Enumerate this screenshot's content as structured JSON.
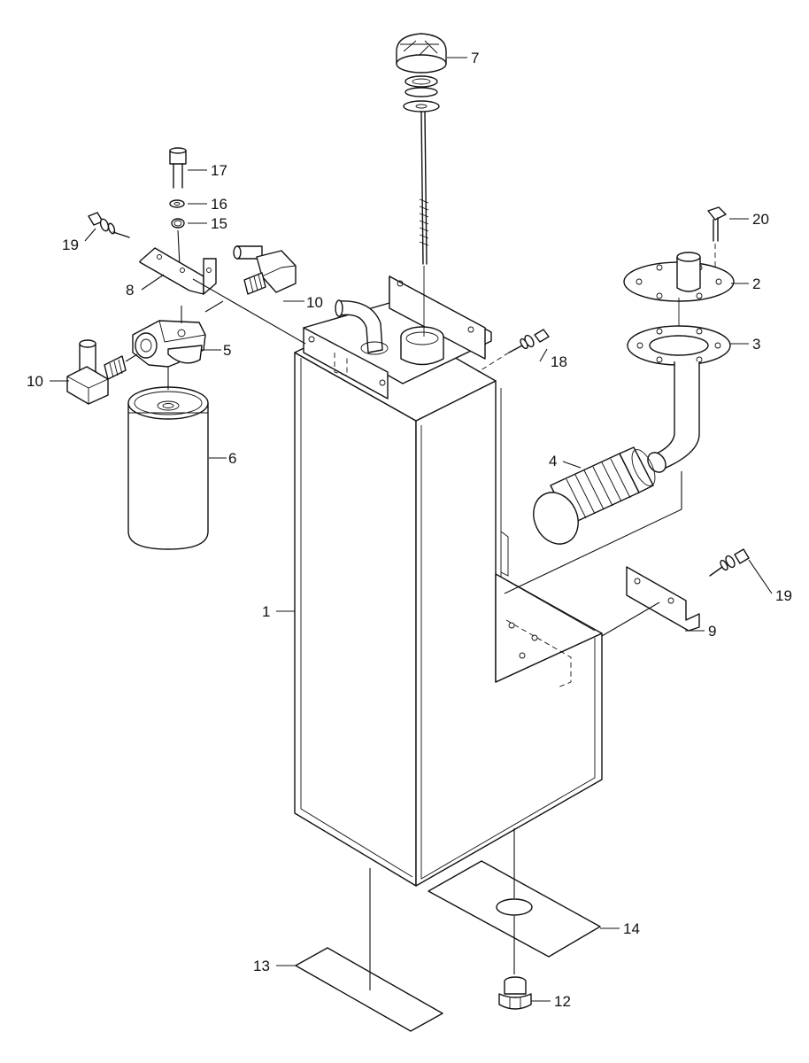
{
  "labels": {
    "p1": "1",
    "p2": "2",
    "p3": "3",
    "p4": "4",
    "p5": "5",
    "p6": "6",
    "p7": "7",
    "p8": "8",
    "p9": "9",
    "p10a": "10",
    "p10b": "10",
    "p12": "12",
    "p13": "13",
    "p14": "14",
    "p15": "15",
    "p16": "16",
    "p17": "17",
    "p18": "18",
    "p19a": "19",
    "p19b": "19",
    "p20": "20"
  }
}
